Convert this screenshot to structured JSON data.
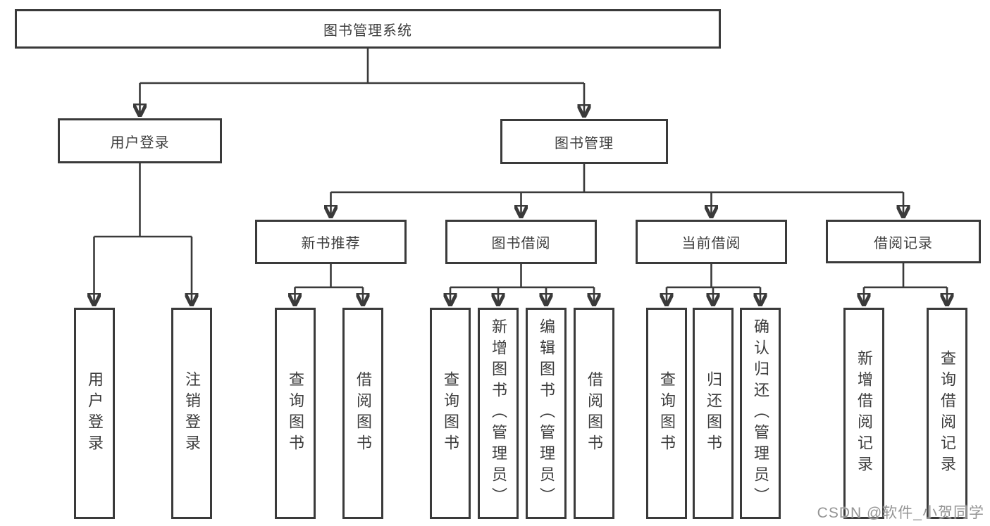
{
  "tree": {
    "root": {
      "label": "图书管理系统"
    },
    "branches": [
      {
        "label": "用户登录",
        "children": [
          {
            "label": "用户登录"
          },
          {
            "label": "注销登录"
          }
        ]
      },
      {
        "label": "图书管理",
        "groups": [
          {
            "label": "新书推荐",
            "children": [
              {
                "label": "查询图书"
              },
              {
                "label": "借阅图书"
              }
            ]
          },
          {
            "label": "图书借阅",
            "children": [
              {
                "label": "查询图书"
              },
              {
                "label": "新增图书（管理员）"
              },
              {
                "label": "编辑图书（管理员）"
              },
              {
                "label": "借阅图书"
              }
            ]
          },
          {
            "label": "当前借阅",
            "children": [
              {
                "label": "查询图书"
              },
              {
                "label": "归还图书"
              },
              {
                "label": "确认归还（管理员）"
              }
            ]
          },
          {
            "label": "借阅记录",
            "children": [
              {
                "label": "新增借阅记录"
              },
              {
                "label": "查询借阅记录"
              }
            ]
          }
        ]
      }
    ]
  },
  "watermark": {
    "text": "CSDN @软件_小贺同学"
  }
}
